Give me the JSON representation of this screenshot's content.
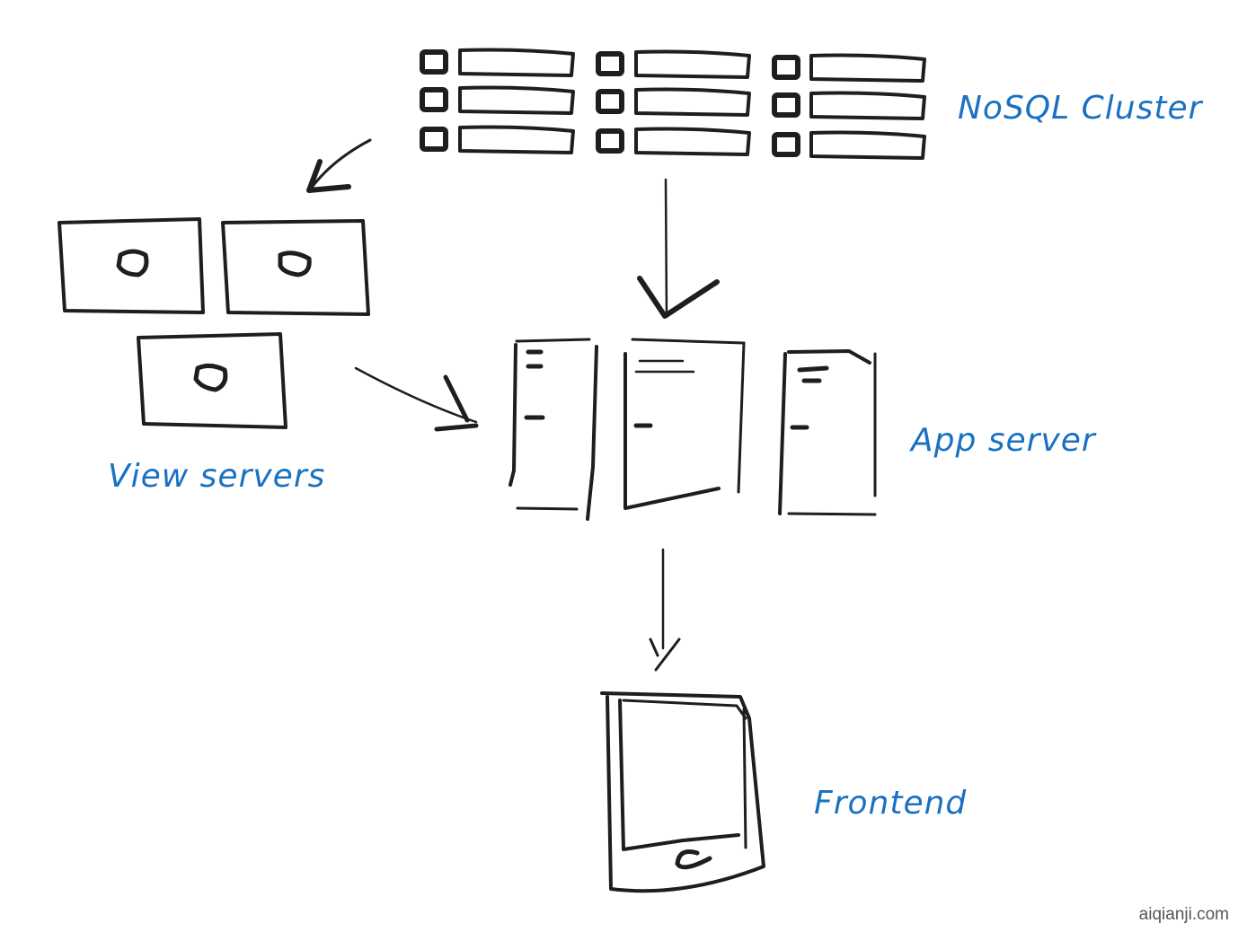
{
  "diagram": {
    "nodes": [
      {
        "id": "nosql",
        "label": "NoSQL Cluster",
        "icon": "database-rows-icon",
        "count": 9
      },
      {
        "id": "view",
        "label": "View servers",
        "icon": "server-box-icon",
        "count": 3
      },
      {
        "id": "app",
        "label": "App server",
        "icon": "document-server-icon",
        "count": 3
      },
      {
        "id": "frontend",
        "label": "Frontend",
        "icon": "mobile-device-icon",
        "count": 1
      }
    ],
    "edges": [
      {
        "from": "nosql",
        "to": "view"
      },
      {
        "from": "nosql",
        "to": "app"
      },
      {
        "from": "view",
        "to": "app"
      },
      {
        "from": "app",
        "to": "frontend"
      }
    ],
    "colors": {
      "ink": "#1e1e1e",
      "label": "#1971c2",
      "background": "#ffffff"
    }
  },
  "labels": {
    "nosql": "NoSQL Cluster",
    "view": "View servers",
    "app": "App server",
    "frontend": "Frontend"
  },
  "watermark": "aiqianji.com"
}
